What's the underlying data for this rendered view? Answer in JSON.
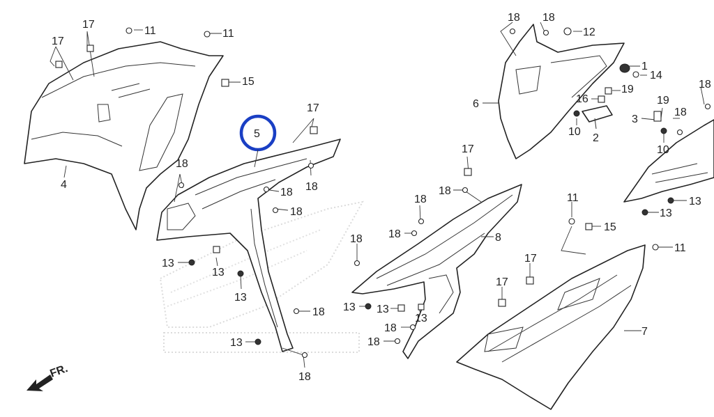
{
  "diagram": {
    "front_arrow_label": "FR.",
    "highlighted_part": "5",
    "callouts": {
      "c17_a": "17",
      "c17_b": "17",
      "c11_a": "11",
      "c11_b": "11",
      "c15_a": "15",
      "c4": "4",
      "c5": "5",
      "c17_c": "17",
      "c18_a": "18",
      "c18_b": "18",
      "c18_c": "18",
      "c18_d": "18",
      "c13_a": "13",
      "c13_b": "13",
      "c13_c": "13",
      "c18_e": "18",
      "c13_d": "13",
      "c18_f": "18",
      "c18_g": "18",
      "c18_h": "18",
      "c12": "12",
      "c1": "1",
      "c14": "14",
      "c19_a": "19",
      "c6": "6",
      "c16": "16",
      "c10_a": "10",
      "c2": "2",
      "c19_b": "19",
      "c18_i": "18",
      "c3": "3",
      "c10_b": "10",
      "c18_j": "18",
      "c13_e": "13",
      "c13_f": "13",
      "c17_d": "17",
      "c18_k": "18",
      "c18_l": "18",
      "c18_m": "18",
      "c18_n": "18",
      "c8": "8",
      "c11_c": "11",
      "c15_b": "15",
      "c11_d": "11",
      "c17_e": "17",
      "c17_f": "17",
      "c13_g": "13",
      "c13_h": "13",
      "c13_i": "13",
      "c18_o": "18",
      "c18_p": "18",
      "c7": "7"
    }
  }
}
